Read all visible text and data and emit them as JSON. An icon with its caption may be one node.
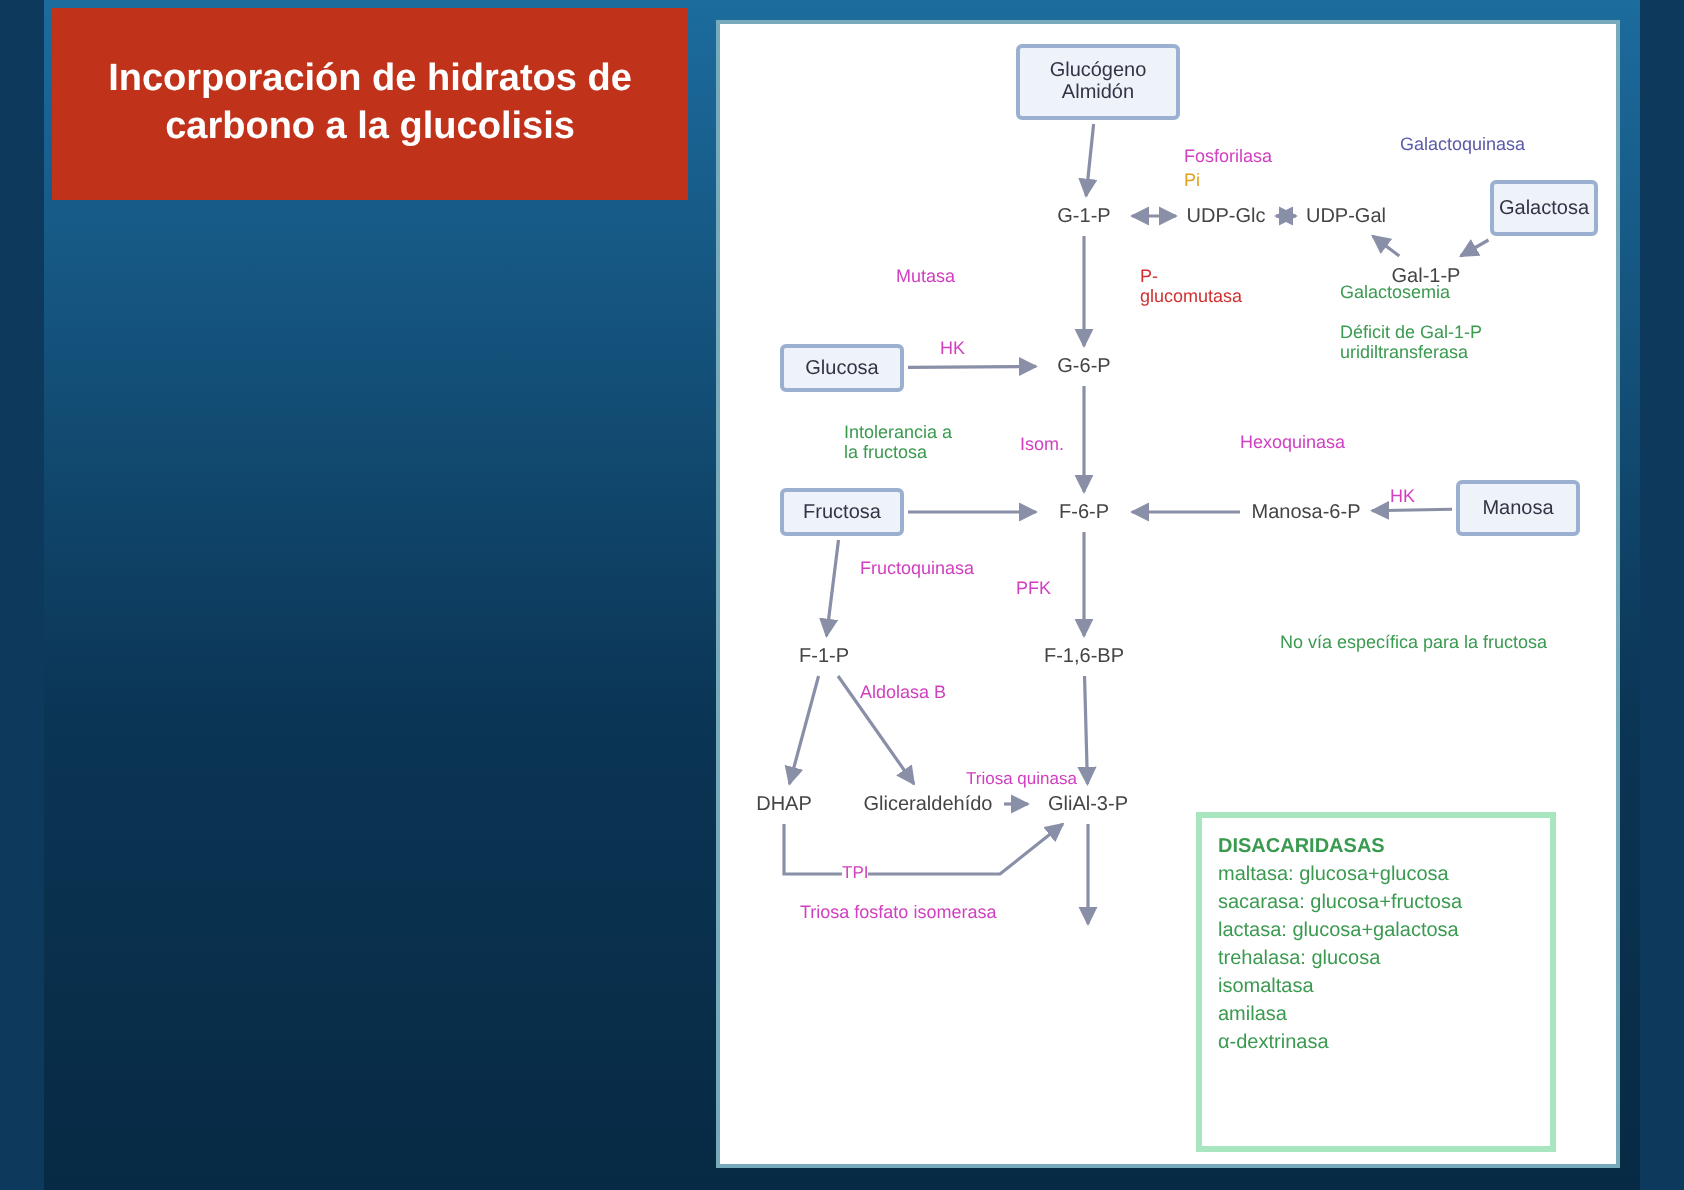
{
  "diagram": {
    "title": "Incorporación de hidratos de carbono a la glucolisis",
    "nodes": [
      {
        "text": [
          "Glucógeno Almidón"
        ]
      },
      {
        "text": [
          "G-1-P"
        ]
      },
      {
        "text": [
          "UDP-Glc"
        ]
      },
      {
        "text": [
          "UDP-Gal"
        ]
      },
      {
        "text": [
          "Gal-1-P"
        ]
      },
      {
        "text": [
          "Galactosa"
        ]
      },
      {
        "text": [
          "G-6-P"
        ]
      },
      {
        "text": [
          "Glucosa"
        ]
      },
      {
        "text": [
          "F-6-P"
        ]
      },
      {
        "text": [
          "Fructosa"
        ]
      },
      {
        "text": [
          "Manosa-6-P"
        ]
      },
      {
        "text": [
          "Manosa"
        ]
      },
      {
        "text": [
          "F-1,6-BP"
        ]
      },
      {
        "text": [
          "F-1-P"
        ]
      },
      {
        "text": [
          "DHAP"
        ]
      },
      {
        "text": [
          "Gliceraldehído"
        ]
      },
      {
        "text": [
          "GliAl-3-P"
        ]
      },
      {
        "text": [
          "DISACARIDASAS",
          "maltasa: glucosa+glucosa",
          "sacarasa: glucosa+fructosa",
          "lactasa: glucosa+galactosa",
          "trehalasa: glucosa",
          "isomaltasa",
          "amilasa",
          "α-dextrinasa"
        ]
      }
    ],
    "edges": [
      {
        "from": 0,
        "to": 1,
        "arrow": "to"
      },
      {
        "from": 1,
        "to": 2,
        "arrow": "both"
      },
      {
        "from": 2,
        "to": 3,
        "arrow": "both"
      },
      {
        "from": 4,
        "to": 3,
        "arrow": "to"
      },
      {
        "from": 5,
        "to": 4,
        "arrow": "to"
      },
      {
        "from": 1,
        "to": 6,
        "arrow": "to"
      },
      {
        "from": 7,
        "to": 6,
        "arrow": "to"
      },
      {
        "from": 6,
        "to": 8,
        "arrow": "to"
      },
      {
        "from": 9,
        "to": 8,
        "arrow": "to"
      },
      {
        "from": 11,
        "to": 10,
        "arrow": "to"
      },
      {
        "from": 10,
        "to": 8,
        "arrow": "to"
      },
      {
        "from": 8,
        "to": 12,
        "arrow": "to"
      },
      {
        "from": 12,
        "to": 16,
        "arrow": "to"
      },
      {
        "from": 9,
        "to": 13,
        "arrow": "to"
      },
      {
        "from": 13,
        "to": 14,
        "arrow": "to"
      },
      {
        "from": 13,
        "to": 15,
        "arrow": "to"
      },
      {
        "from": 15,
        "to": 16,
        "arrow": "to",
        "label": "Triosa quinasa"
      },
      {
        "from": 14,
        "to": 16,
        "arrow": "to",
        "label": "TPI"
      },
      {
        "from": 16,
        "to": null,
        "arrow": "to"
      }
    ],
    "labels": [
      "Fosforilasa",
      "Pi",
      "Galactoquinasa",
      "Mutasa",
      "P-glucomutasa",
      "Galactosemia",
      "Déficit de Gal-1-P uridiltransferasa",
      "HK",
      "Isom.",
      "Hexoquinasa",
      "HK",
      "Intolerancia a la fructosa",
      "Fructoquinasa",
      "PFK",
      "Aldolasa B",
      "No vía específica para la fructosa",
      "Triosa fosfato isomerasa"
    ]
  }
}
